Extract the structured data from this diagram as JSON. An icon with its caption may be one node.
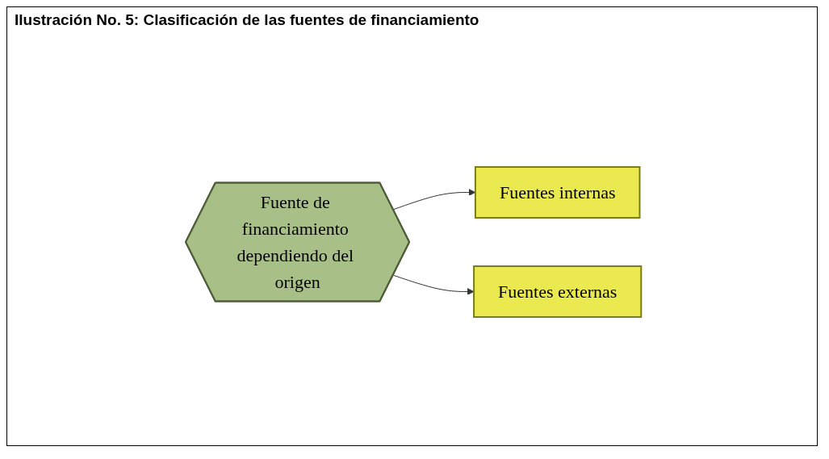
{
  "diagram": {
    "title": "Ilustración No. 5: Clasificación de las fuentes de financiamiento",
    "nodes": [
      {
        "text": [
          "Fuentes internas"
        ]
      },
      {
        "text": [
          "Fuente de financiamiento dependiendo del origen"
        ]
      },
      {
        "text": [
          "Fuentes externas"
        ]
      }
    ],
    "edges": [
      {
        "from": 1,
        "to": 0,
        "arrow": "to"
      },
      {
        "from": 1,
        "to": 2,
        "arrow": "to"
      }
    ]
  }
}
